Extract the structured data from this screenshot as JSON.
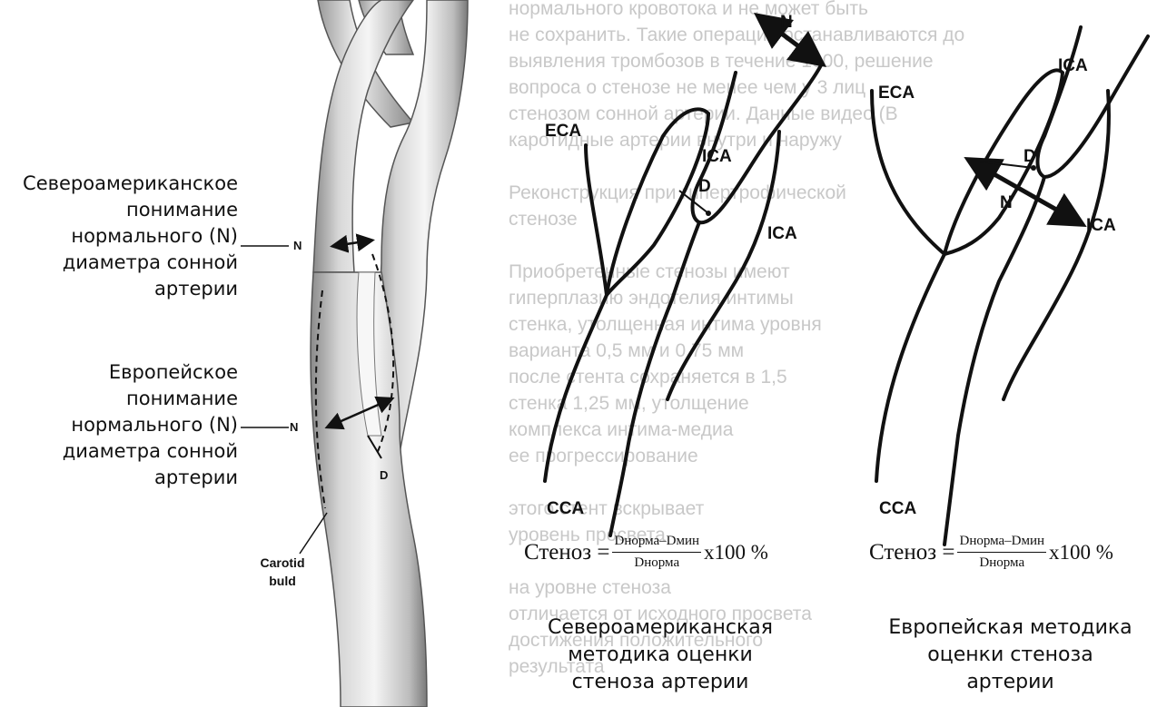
{
  "background_text_lines": [
    "нормального кровотока и не может быть",
    "не сохранить. Такие операции останавливаются до",
    "выявления тромбозов в течение 1000, решение",
    "вопроса о стенозе не менее чем у 3 лиц",
    "стенозом сонной артерии. Данные видео (В",
    "каротидные артерии внутри и наружу",
    "",
    "Реконструкция при гипертрофической",
    "стенозе",
    "",
    "Приобретенные стенозы имеют",
    "гиперплазию эндотелия интимы",
    "стенка, утолщенная интима уровня",
    "варианта 0,5 мм и 0,75 мм",
    "после стента сохраняется в 1,5",
    "стенка 1,25 мм, утолщение",
    "комплекса интима-медиа",
    "ее прогрессирование",
    "",
    "этого стент вскрывает",
    "уровень просвета",
    "",
    "на уровне стеноза",
    "отличается от исходного просвета",
    "достижения положительного",
    "результата",
    ""
  ],
  "left_labels": {
    "na_understanding": [
      "Североамериканское",
      "понимание",
      "нормального (N)",
      "диаметра сонной",
      "артерии"
    ],
    "eu_understanding": [
      "Европейское",
      "понимание",
      "нормального (N)",
      "диаметра сонной",
      "артерии"
    ]
  },
  "markers": {
    "n": "N",
    "d": "D",
    "eca": "ECA",
    "ica": "ICA",
    "cca": "CCA"
  },
  "carotid_bulb": [
    "Carotid",
    "buld"
  ],
  "formula": {
    "lhs": "Стеноз =",
    "numerator": "Dнорма–Dмин",
    "denominator": "Dнорма",
    "rhs": "x100 %"
  },
  "captions": {
    "na_method": [
      "Североамериканская",
      "методика оценки",
      "стеноза  артерии"
    ],
    "eu_method": [
      "Европейская методика",
      "оценки стеноза",
      "артерии"
    ]
  },
  "colors": {
    "ink": "#111111",
    "vessel_light": "#f2f2f2",
    "vessel_shade": "#8a8a8a",
    "background_text": "#c8c8c8"
  }
}
